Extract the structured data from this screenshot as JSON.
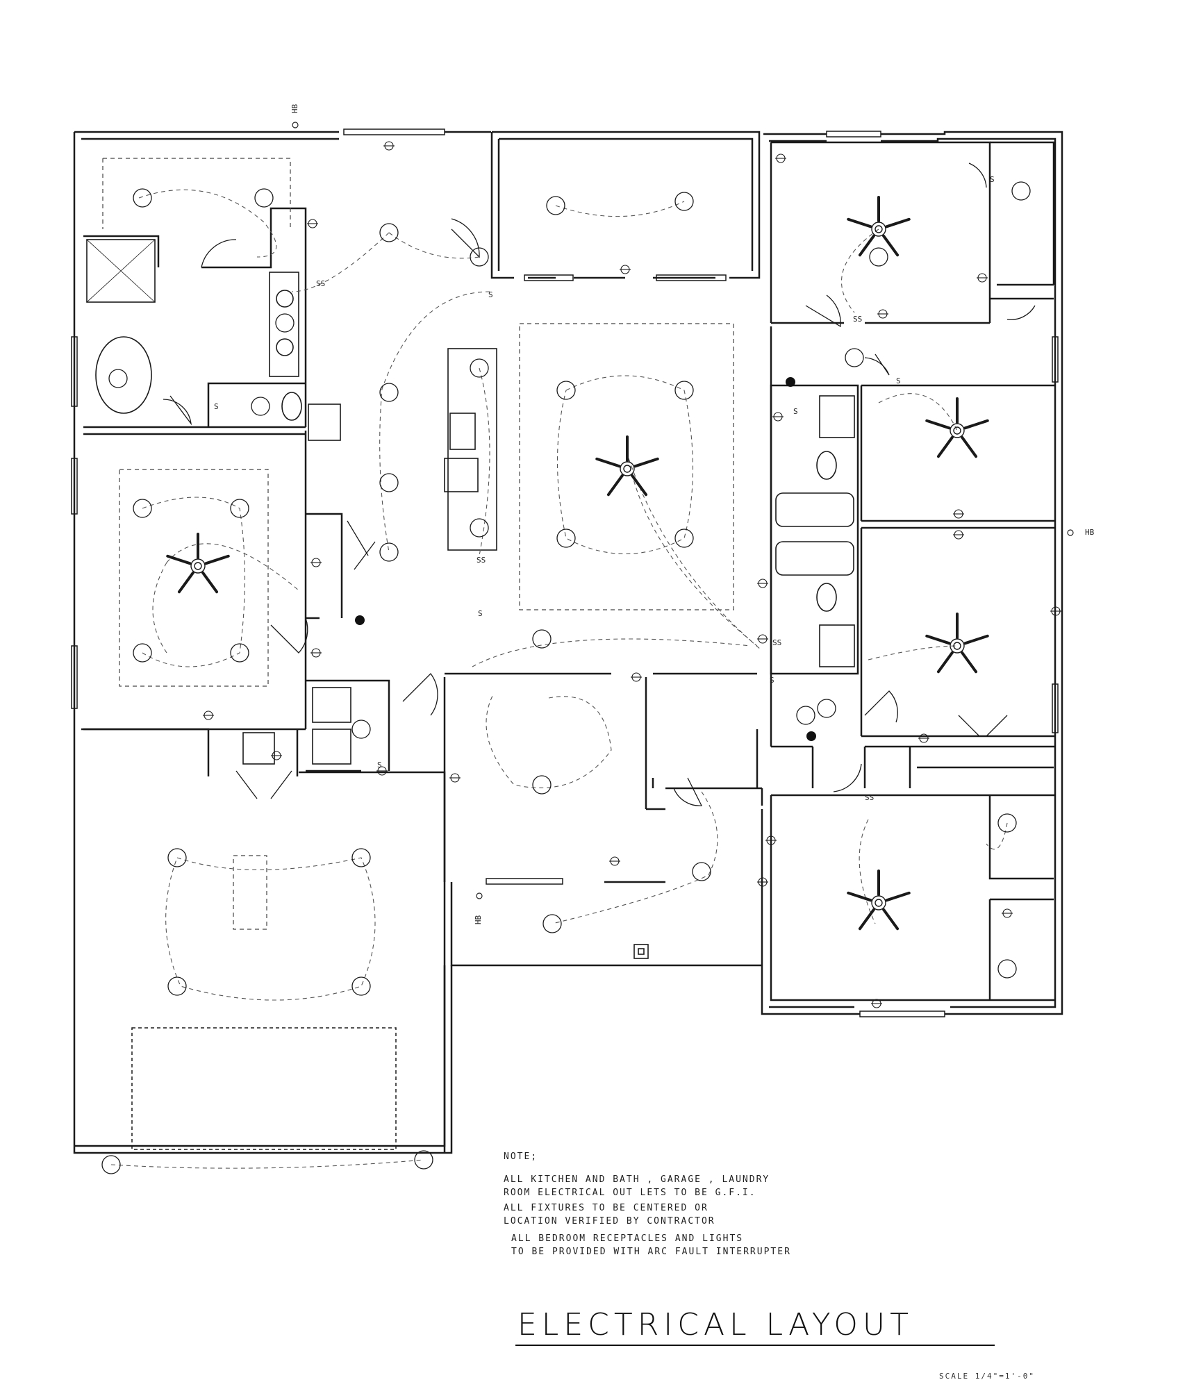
{
  "drawing_title": "ELECTRICAL LAYOUT",
  "scale": "SCALE 1/4\"=1'-0\"",
  "note": {
    "heading": "NOTE;",
    "line1": "ALL KITCHEN AND BATH , GARAGE , LAUNDRY",
    "line2": "ROOM ELECTRICAL OUT LETS TO BE G.F.I.",
    "line3": "ALL FIXTURES TO BE CENTERED OR",
    "line4": "LOCATION VERIFIED BY CONTRACTOR",
    "line5": "ALL BEDROOM RECEPTACLES AND LIGHTS",
    "line6": "TO BE PROVIDED WITH ARC FAULT INTERRUPTER"
  },
  "hose_bib_label": "HB",
  "switch_label": "S",
  "double_switch_label": "SS",
  "colors": {
    "line": "#1a1a1a",
    "wire": "#555555",
    "background": "#ffffff"
  }
}
